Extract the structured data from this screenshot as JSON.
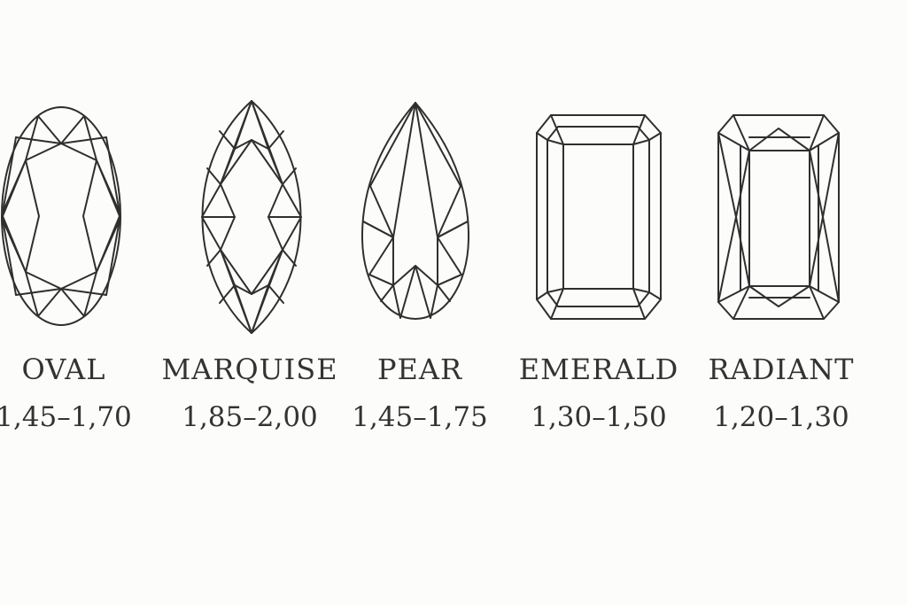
{
  "shapes": [
    {
      "name": "OVAL",
      "ratio": "1,45–1,70"
    },
    {
      "name": "MARQUISE",
      "ratio": "1,85–2,00"
    },
    {
      "name": "PEAR",
      "ratio": "1,45–1,75"
    },
    {
      "name": "EMERALD",
      "ratio": "1,30–1,50"
    },
    {
      "name": "RADIANT",
      "ratio": "1,20–1,30"
    }
  ],
  "colors": {
    "background": "#fcfcfb",
    "line": "#2f2f2f",
    "text": "#333333"
  },
  "icons": [
    "oval-cut-icon",
    "marquise-cut-icon",
    "pear-cut-icon",
    "emerald-cut-icon",
    "radiant-cut-icon"
  ]
}
